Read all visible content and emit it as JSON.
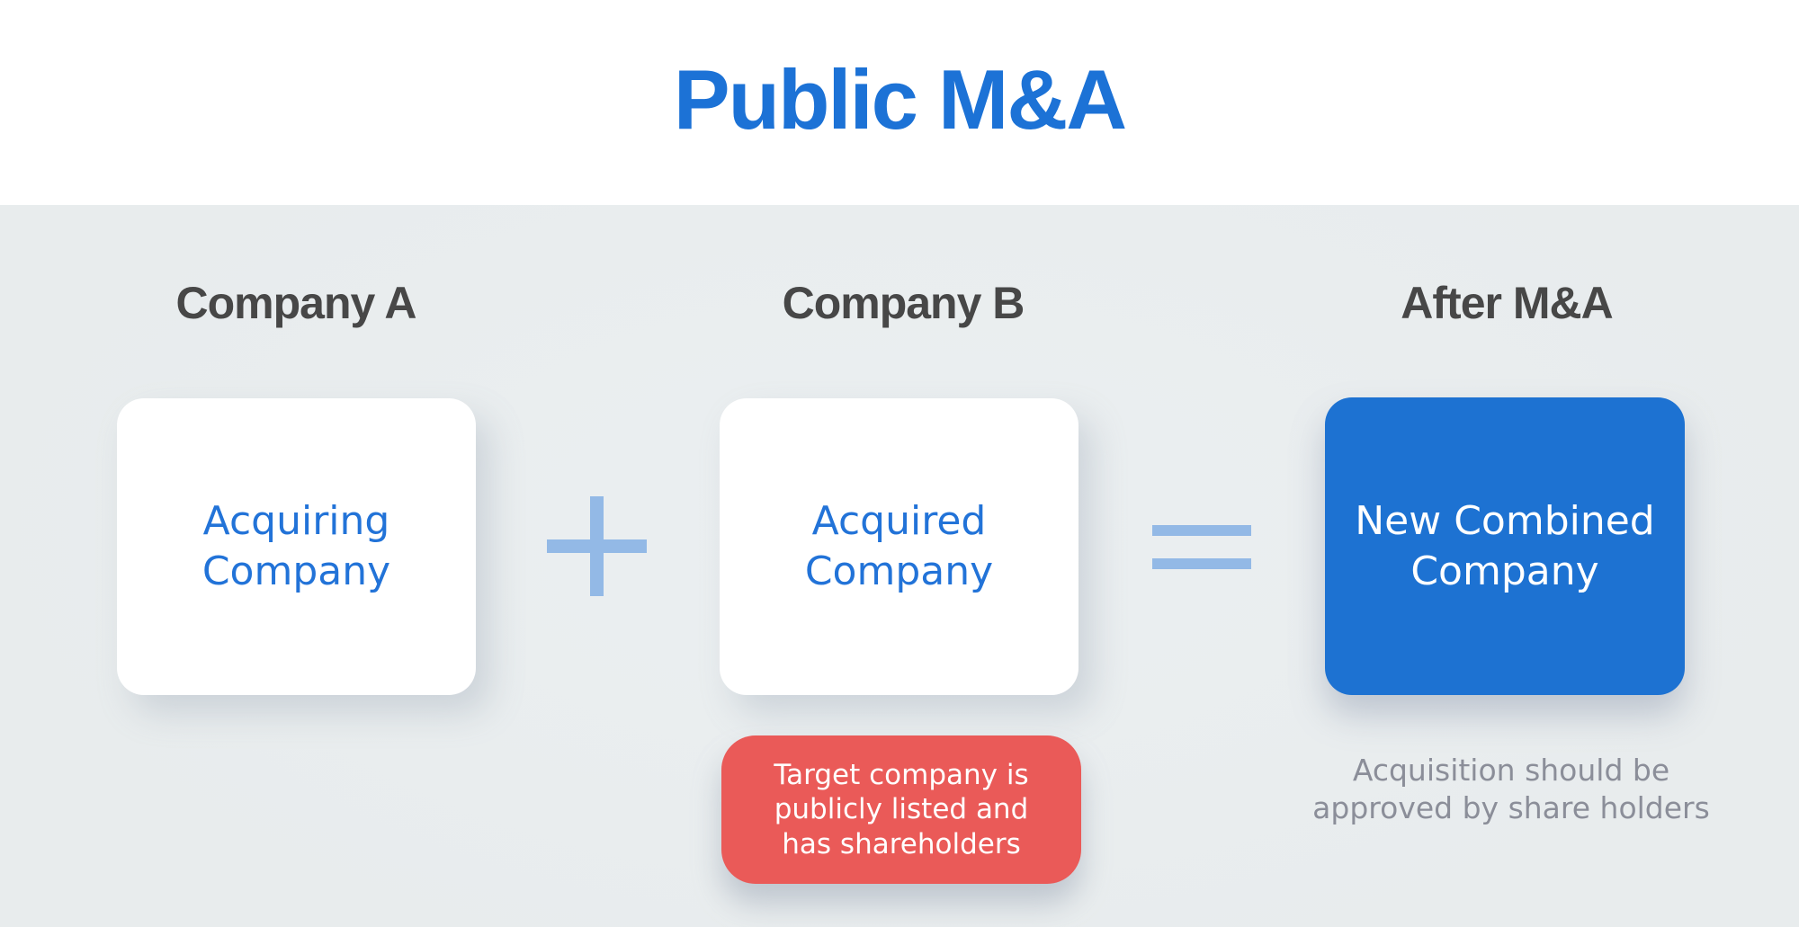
{
  "title": "Public M&A",
  "section": {
    "columns": [
      {
        "header": "Company A",
        "card_label": "Acquiring Company"
      },
      {
        "header": "Company B",
        "card_label": "Acquired Company"
      },
      {
        "header": "After M&A",
        "card_label": "New Combined Company"
      }
    ],
    "operators": [
      {
        "icon": "plus-icon"
      },
      {
        "icon": "equals-icon"
      }
    ],
    "target_note": {
      "lines": [
        "Target company is",
        "publicly listed and",
        "has shareholders"
      ]
    },
    "approval_note": {
      "lines": [
        "Acquisition should be",
        "approved by share holders"
      ]
    }
  },
  "colors": {
    "title_blue": "#1c72d6",
    "card_text_blue": "#2273d8",
    "combined_card_bg": "#1d72d2",
    "combined_card_text": "#ffffff",
    "note_red_bg": "#ea5a58",
    "note_red_text": "#ffffff",
    "operator_blue": "#93b9e6",
    "section_bg": "#e9edee",
    "column_header_text": "#474747",
    "caption_text": "#8b8e99",
    "card_bg": "#ffffff"
  }
}
